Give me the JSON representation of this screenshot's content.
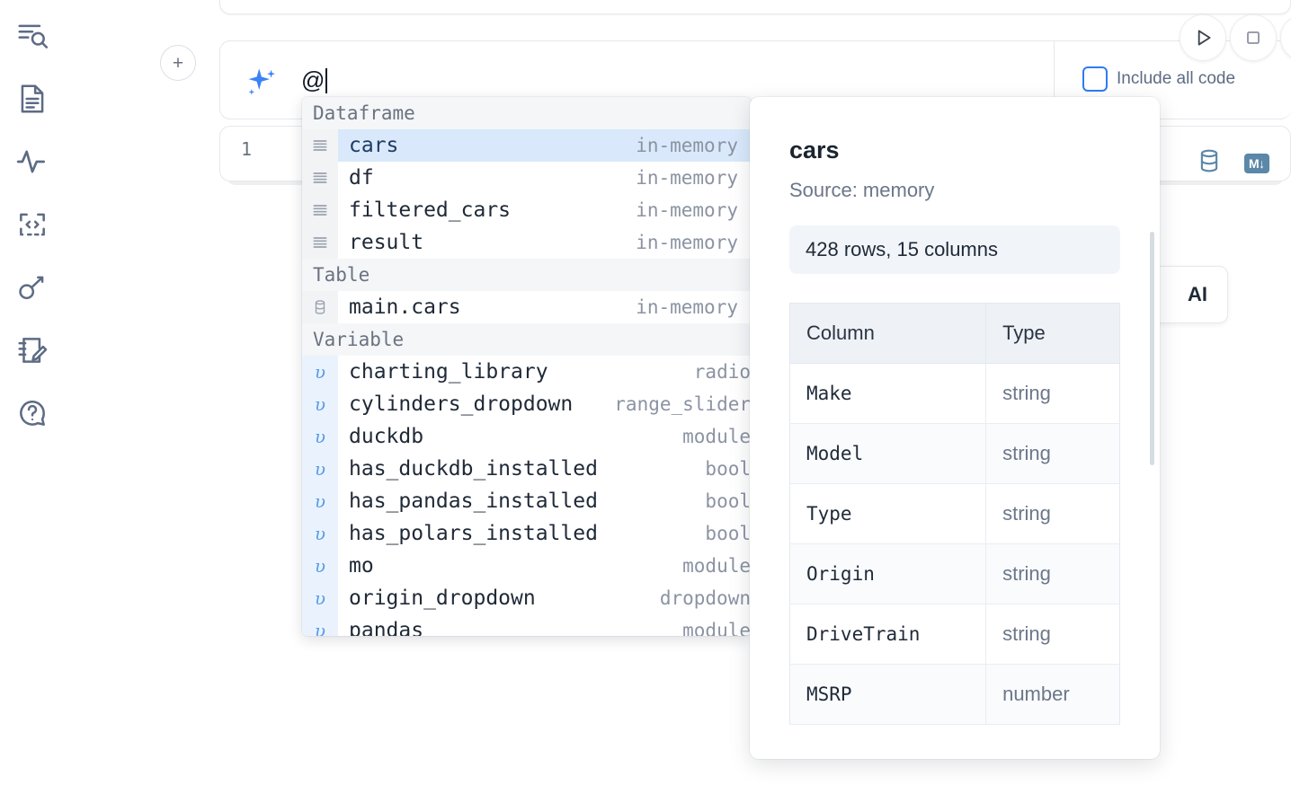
{
  "rail": {
    "items": [
      {
        "name": "file-search-icon",
        "label": "Explore"
      },
      {
        "name": "document-icon",
        "label": "Notebook"
      },
      {
        "name": "activity-icon",
        "label": "Runtime"
      },
      {
        "name": "code-snippet-icon",
        "label": "Snippets"
      },
      {
        "name": "key-icon",
        "label": "Secrets"
      },
      {
        "name": "notebook-edit-icon",
        "label": "Scratchpad"
      },
      {
        "name": "help-chat-icon",
        "label": "Help"
      }
    ]
  },
  "toolbar": {
    "add_button_label": "+",
    "run_button_label": "Run",
    "stop_button_label": "Stop",
    "include_all_code_label": "Include all code",
    "include_all_code_checked": false,
    "accent_color": "#2f7bf4"
  },
  "ai_prompt": {
    "icon": "sparkle-icon",
    "value": "@",
    "placeholder": ""
  },
  "code_cell": {
    "line_number": "1",
    "content": "",
    "icons": [
      {
        "name": "database-icon",
        "label": "Database"
      },
      {
        "name": "markdown-icon",
        "label": "M↓"
      }
    ]
  },
  "ai_chip": {
    "label": "AI"
  },
  "autocomplete": {
    "groups": [
      {
        "title": "Dataframe",
        "icon": "dataframe-icon",
        "kind": "dataframe",
        "items": [
          {
            "name": "cars",
            "type": "in-memory",
            "selected": true
          },
          {
            "name": "df",
            "type": "in-memory",
            "selected": false
          },
          {
            "name": "filtered_cars",
            "type": "in-memory",
            "selected": false
          },
          {
            "name": "result",
            "type": "in-memory",
            "selected": false
          }
        ]
      },
      {
        "title": "Table",
        "icon": "table-icon",
        "kind": "table",
        "items": [
          {
            "name": "main.cars",
            "type": "in-memory",
            "selected": false
          }
        ]
      },
      {
        "title": "Variable",
        "icon": "variable-icon",
        "kind": "variable",
        "items": [
          {
            "name": "charting_library",
            "type": "radio",
            "selected": false
          },
          {
            "name": "cylinders_dropdown",
            "type": "range_slider",
            "selected": false
          },
          {
            "name": "duckdb",
            "type": "module",
            "selected": false
          },
          {
            "name": "has_duckdb_installed",
            "type": "bool",
            "selected": false
          },
          {
            "name": "has_pandas_installed",
            "type": "bool",
            "selected": false
          },
          {
            "name": "has_polars_installed",
            "type": "bool",
            "selected": false
          },
          {
            "name": "mo",
            "type": "module",
            "selected": false
          },
          {
            "name": "origin_dropdown",
            "type": "dropdown",
            "selected": false
          },
          {
            "name": "pandas",
            "type": "module",
            "selected": false
          }
        ]
      }
    ]
  },
  "detail_panel": {
    "title": "cars",
    "source": "Source: memory",
    "shape": "428 rows, 15 columns",
    "table": {
      "headers": [
        "Column",
        "Type"
      ],
      "rows": [
        [
          "Make",
          "string"
        ],
        [
          "Model",
          "string"
        ],
        [
          "Type",
          "string"
        ],
        [
          "Origin",
          "string"
        ],
        [
          "DriveTrain",
          "string"
        ],
        [
          "MSRP",
          "number"
        ]
      ]
    }
  }
}
